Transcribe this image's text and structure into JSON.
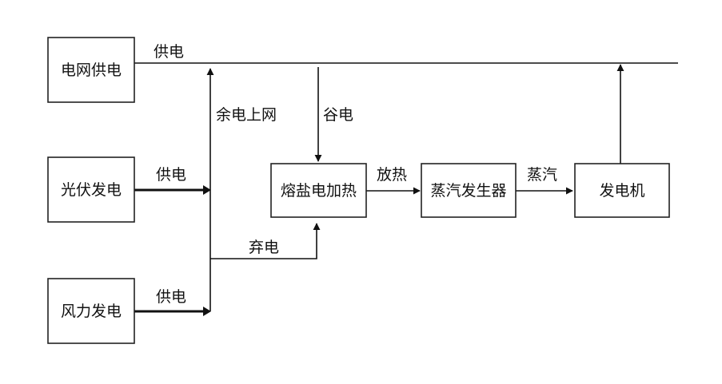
{
  "nodes": {
    "grid": "电网供电",
    "pv": "光伏发电",
    "wind": "风力发电",
    "heater": "熔盐电加热",
    "steam_gen": "蒸汽发生器",
    "generator": "发电机"
  },
  "edge_labels": {
    "grid_supply": "供电",
    "pv_supply": "供电",
    "wind_supply": "供电",
    "surplus_to_grid": "余电上网",
    "valley_power": "谷电",
    "curtailed_power": "弃电",
    "heat_release": "放热",
    "steam": "蒸汽"
  }
}
